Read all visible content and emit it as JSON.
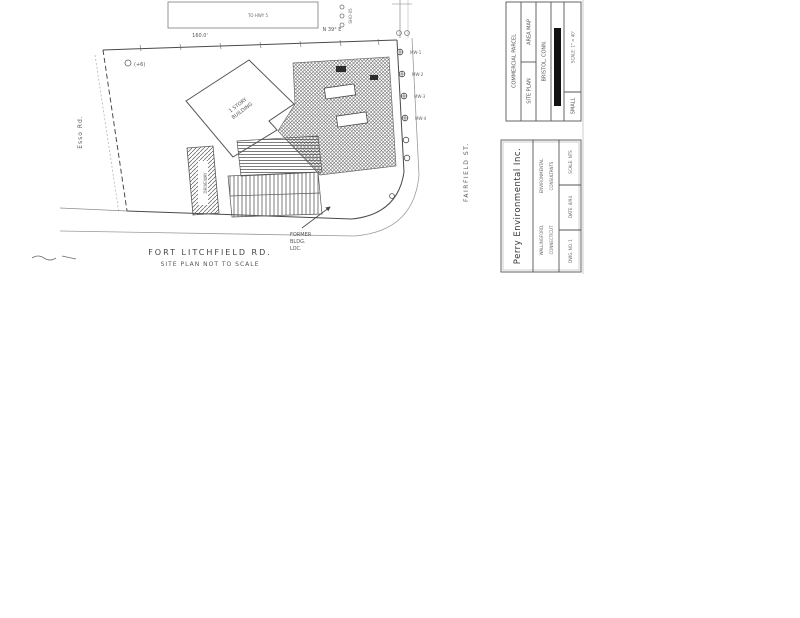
{
  "plan": {
    "shed_label": "TO HWY 5",
    "shed_side_label": "SHO-05",
    "dim_top": "160.0'",
    "bearing_top": "N 39° E",
    "benchmark_label": "(+6)",
    "left_road_label": "Esso Rd.",
    "driveway_label": "DRIVEWAY",
    "building_line1": "1 STORY",
    "building_line2": "BUILDING",
    "well_labels": [
      "MW-1",
      "MW-2",
      "MW-3",
      "MW-4"
    ],
    "former_line1": "FORMER",
    "former_line2": "BLDG.",
    "former_line3": "LOC.",
    "street_name": "FORT LITCHFIELD RD.",
    "scale_note": "SITE PLAN  NOT TO SCALE",
    "side_street_label": "FAIRFIELD ST."
  },
  "titleblock": {
    "col_parcel": "COMMERCIAL PARCEL",
    "col_area_map": "AREA MAP",
    "col_site_plan": "SITE PLAN",
    "col_location": "BRISTOL, CONN.",
    "col_scale": "SCALE: 1\" = 40'",
    "col_sheet": "SMALL",
    "company_name": "Perry Environmental Inc.",
    "company_sub1": "ENVIRONMENTAL",
    "company_sub2": "CONSULTANTS",
    "company_city1": "WALLINGFORD,",
    "company_city2": "CONNECTICUT",
    "cell_scale": "SCALE: NTS",
    "cell_date": "DATE: 8/94",
    "cell_dwg": "DWG. NO. 1"
  }
}
